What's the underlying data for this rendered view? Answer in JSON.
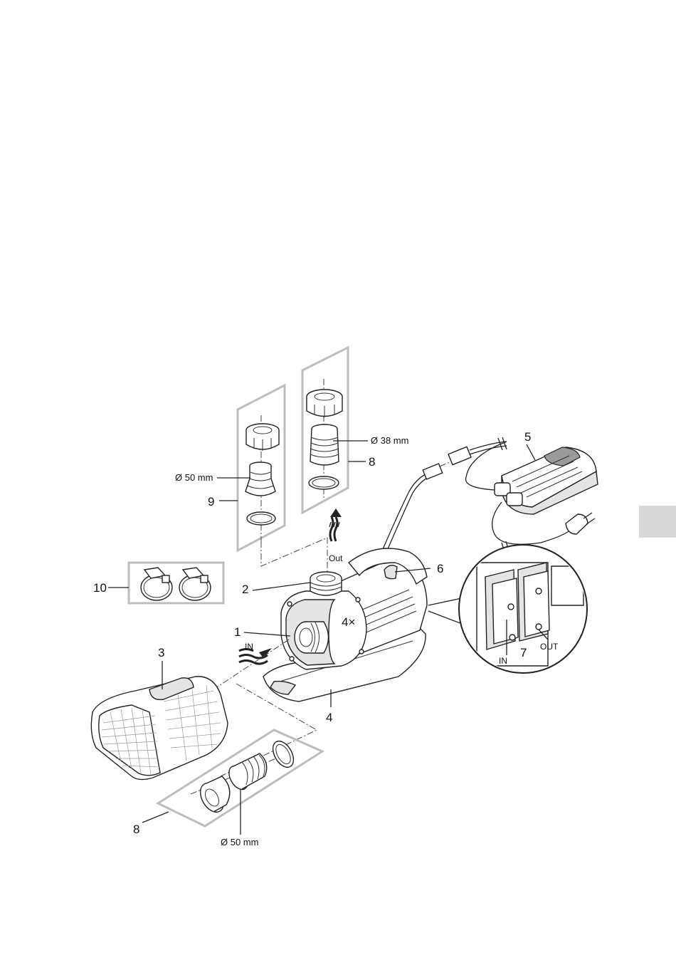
{
  "labels": {
    "n1": "1",
    "n2": "2",
    "n3": "3",
    "n4": "4",
    "n5": "5",
    "n6": "6",
    "n7": "7",
    "n8_top": "8",
    "n8_bottom": "8",
    "n9": "9",
    "n10": "10",
    "screws": "4×",
    "in_arrow": "IN",
    "out_arrow": "Out",
    "detail_in": "IN",
    "detail_out": "OUT"
  },
  "dimensions": {
    "d38": "Ø 38 mm",
    "d50_top": "Ø 50 mm",
    "d50_bottom": "Ø 50 mm"
  },
  "colors": {
    "line": "#222222",
    "panel_outline": "#bdbdbd",
    "side_tab": "#d8d8d8"
  }
}
